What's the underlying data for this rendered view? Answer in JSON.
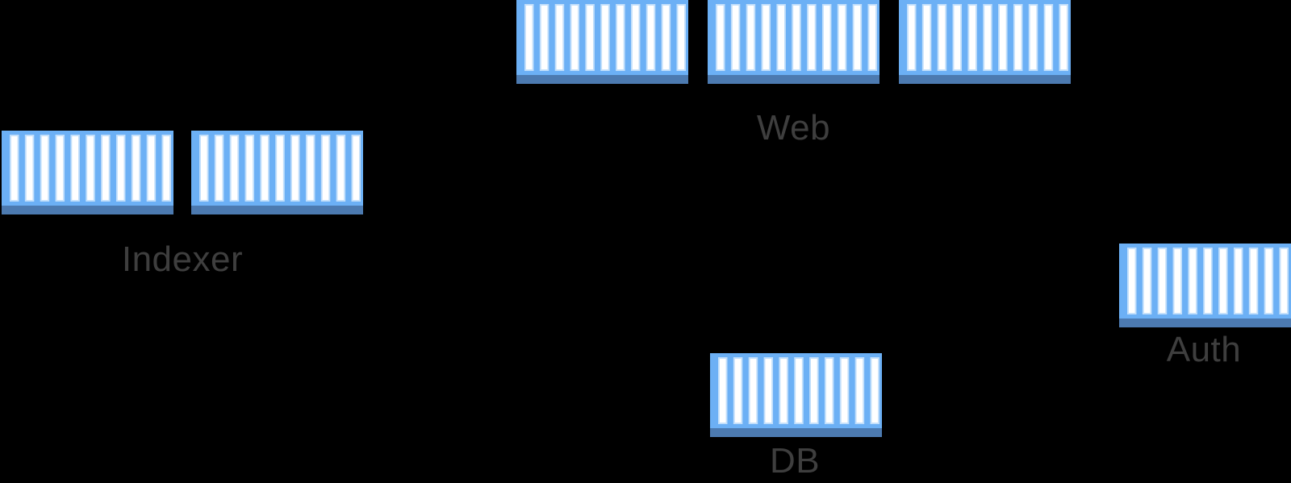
{
  "diagram": {
    "type": "container-architecture-diagram",
    "background_color": "#000000",
    "groups": [
      {
        "name": "web",
        "label": "Web",
        "container_count": 3
      },
      {
        "name": "indexer",
        "label": "Indexer",
        "container_count": 2
      },
      {
        "name": "auth",
        "label": "Auth",
        "container_count": 1
      },
      {
        "name": "db",
        "label": "DB",
        "container_count": 1
      }
    ]
  },
  "icon": {
    "name": "container-icon",
    "stripe_count": 11,
    "colors": {
      "body": "#6CB0F5",
      "stripe": "#FFFFFF",
      "stripe_edge": "#C2DFFB",
      "base": "#4C7AB0"
    }
  },
  "label_color": "#3E3E3E"
}
